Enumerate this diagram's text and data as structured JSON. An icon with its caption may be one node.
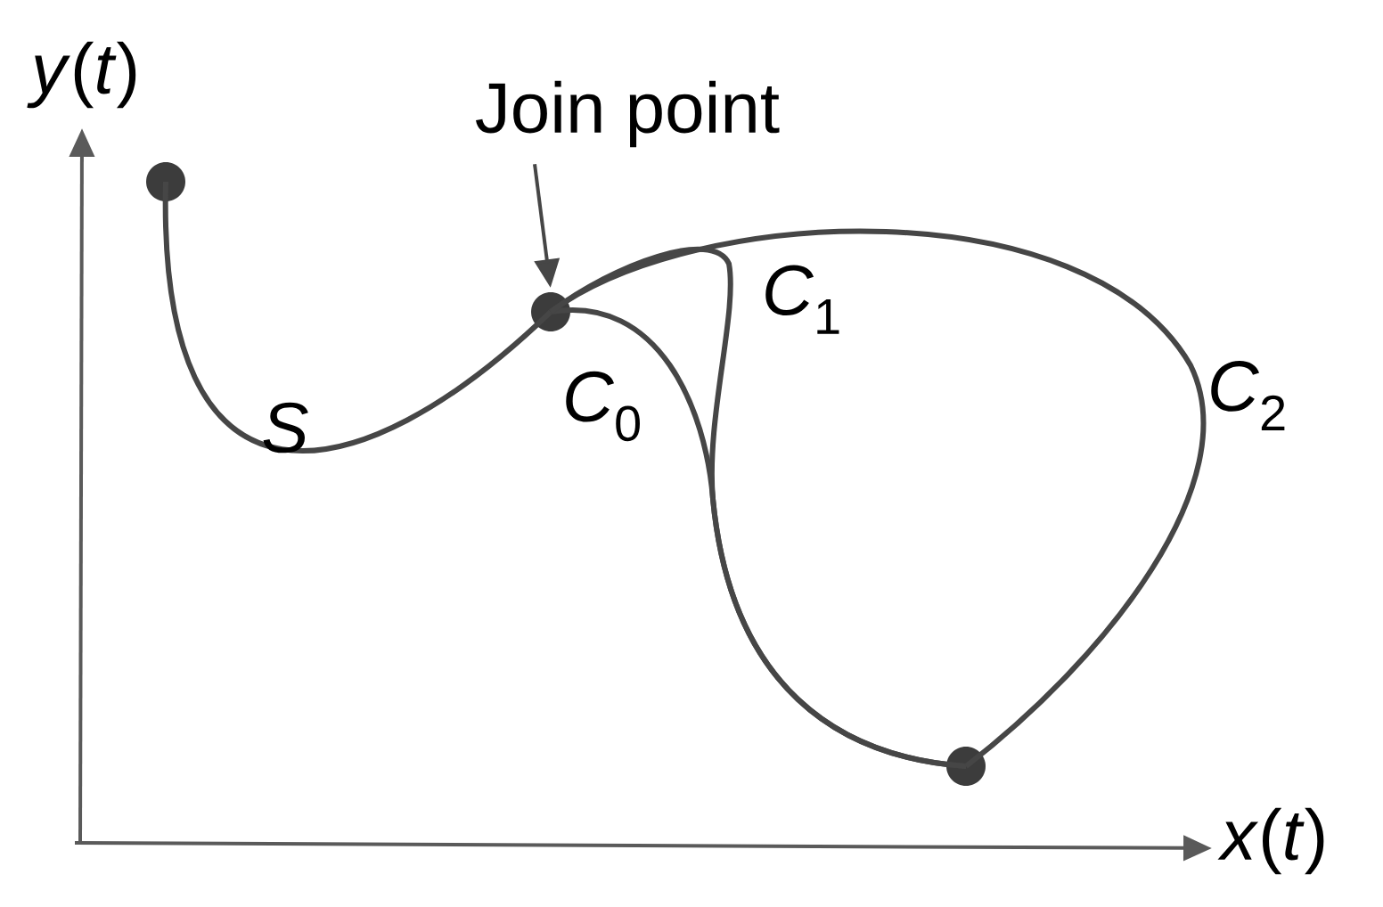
{
  "diagram": {
    "nodes": [
      {
        "text": [
          "Join point"
        ]
      },
      {
        "text": [],
        "shape": "circle"
      },
      {
        "text": [],
        "shape": "circle"
      },
      {
        "text": [],
        "shape": "circle"
      }
    ],
    "edges": [
      {
        "from": 0,
        "to": 1,
        "arrow": "to"
      },
      {
        "from": 2,
        "to": 1,
        "arrow": "none",
        "label": "*S*"
      },
      {
        "from": 1,
        "to": 3,
        "arrow": "none",
        "label": "*C*$_{0}$"
      },
      {
        "from": 1,
        "to": 3,
        "arrow": "none",
        "label": "*C*$_{1}$"
      },
      {
        "from": 1,
        "to": 3,
        "arrow": "none",
        "label": "*C*$_{2}$"
      }
    ],
    "labels": [
      "*y*(*t*)",
      "*x*(*t*)"
    ]
  }
}
